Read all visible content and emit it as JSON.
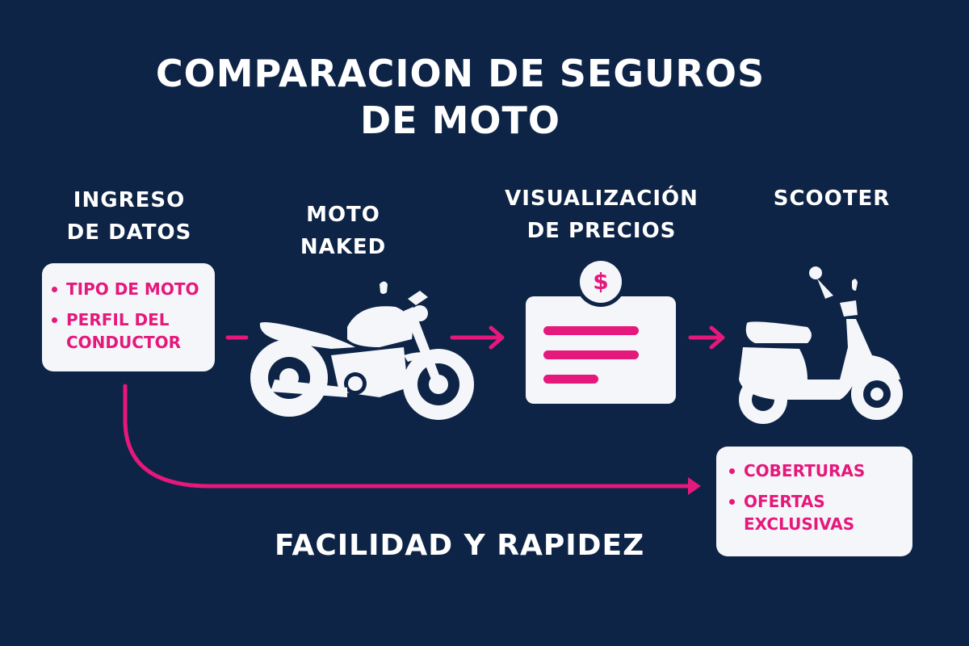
{
  "title": {
    "line1": "COMPARACION DE SEGUROS",
    "line2": "DE MOTO"
  },
  "steps": [
    {
      "id": "ingreso",
      "line1": "INGRESO",
      "line2": "DE DATOS",
      "bullets": [
        "TIPO DE MOTO",
        "PERFIL DEL CONDUCTOR"
      ]
    },
    {
      "id": "naked",
      "line1": "MOTO",
      "line2": "NAKED",
      "icon": "motorcycle-icon"
    },
    {
      "id": "precios",
      "line1": "VISUALIZACIÓN",
      "line2": "DE PRECIOS",
      "icon": "price-card-icon",
      "badge": "$"
    },
    {
      "id": "scooter",
      "line1": "SCOOTER",
      "icon": "scooter-icon"
    }
  ],
  "result_card": {
    "bullets": [
      "COBERTURAS",
      "OFERTAS EXCLUSIVAS"
    ]
  },
  "footer": {
    "text": "FACILIDAD Y RAPIDEZ"
  },
  "colors": {
    "background": "#0d2447",
    "accent": "#e5187c",
    "card": "#f5f6f9",
    "text": "#ffffff"
  }
}
